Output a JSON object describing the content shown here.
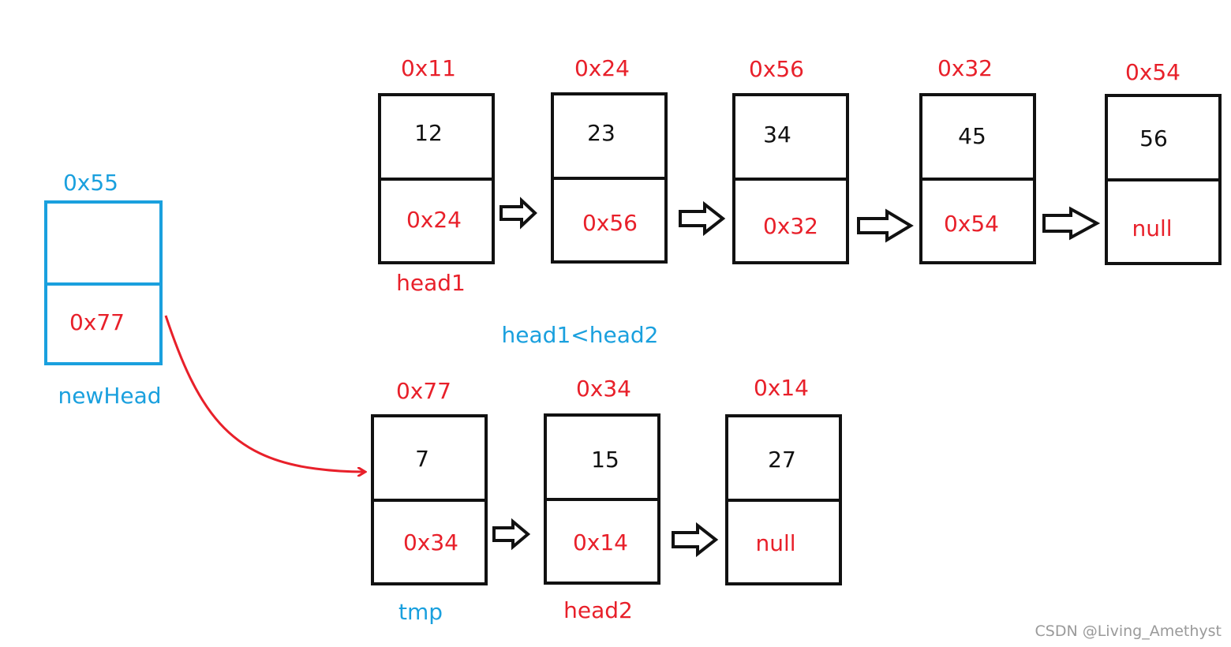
{
  "top_list": {
    "nodes": [
      {
        "addr": "0x11",
        "value": "12",
        "next": "0x24"
      },
      {
        "addr": "0x24",
        "value": "23",
        "next": "0x56"
      },
      {
        "addr": "0x56",
        "value": "34",
        "next": "0x32"
      },
      {
        "addr": "0x32",
        "value": "45",
        "next": "0x54"
      },
      {
        "addr": "0x54",
        "value": "56",
        "next": "null"
      }
    ],
    "head_label": "head1"
  },
  "bottom_list": {
    "nodes": [
      {
        "addr": "0x77",
        "value": "7",
        "next": "0x34"
      },
      {
        "addr": "0x34",
        "value": "15",
        "next": "0x14"
      },
      {
        "addr": "0x14",
        "value": "27",
        "next": "null"
      }
    ],
    "tmp_label": "tmp",
    "head_label": "head2"
  },
  "new_head": {
    "addr": "0x55",
    "value": "",
    "next": "0x77",
    "label": "newHead"
  },
  "condition": "head1<head2",
  "watermark": "CSDN @Living_Amethyst",
  "colors": {
    "red": "#e8202a",
    "blue": "#1aa0de",
    "black": "#111111"
  }
}
